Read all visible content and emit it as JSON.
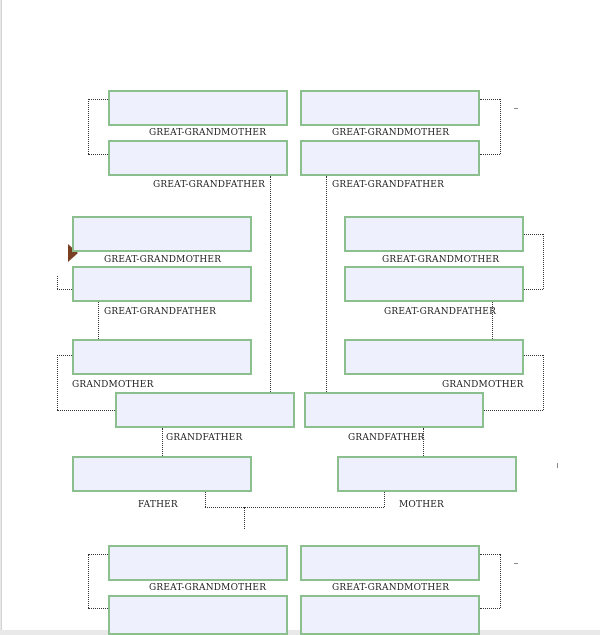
{
  "labels": {
    "great_grandmother": "GREAT-GRANDMOTHER",
    "great_grandfather": "GREAT-GRANDFATHER",
    "grandmother": "GRANDMOTHER",
    "grandfather": "GRANDFATHER",
    "father": "FATHER",
    "mother": "MOTHER"
  },
  "colors": {
    "box_border": "#8cbf8e",
    "box_fill": "#eef1fd",
    "connector": "#333333",
    "ribbon": "#7a3e22"
  }
}
